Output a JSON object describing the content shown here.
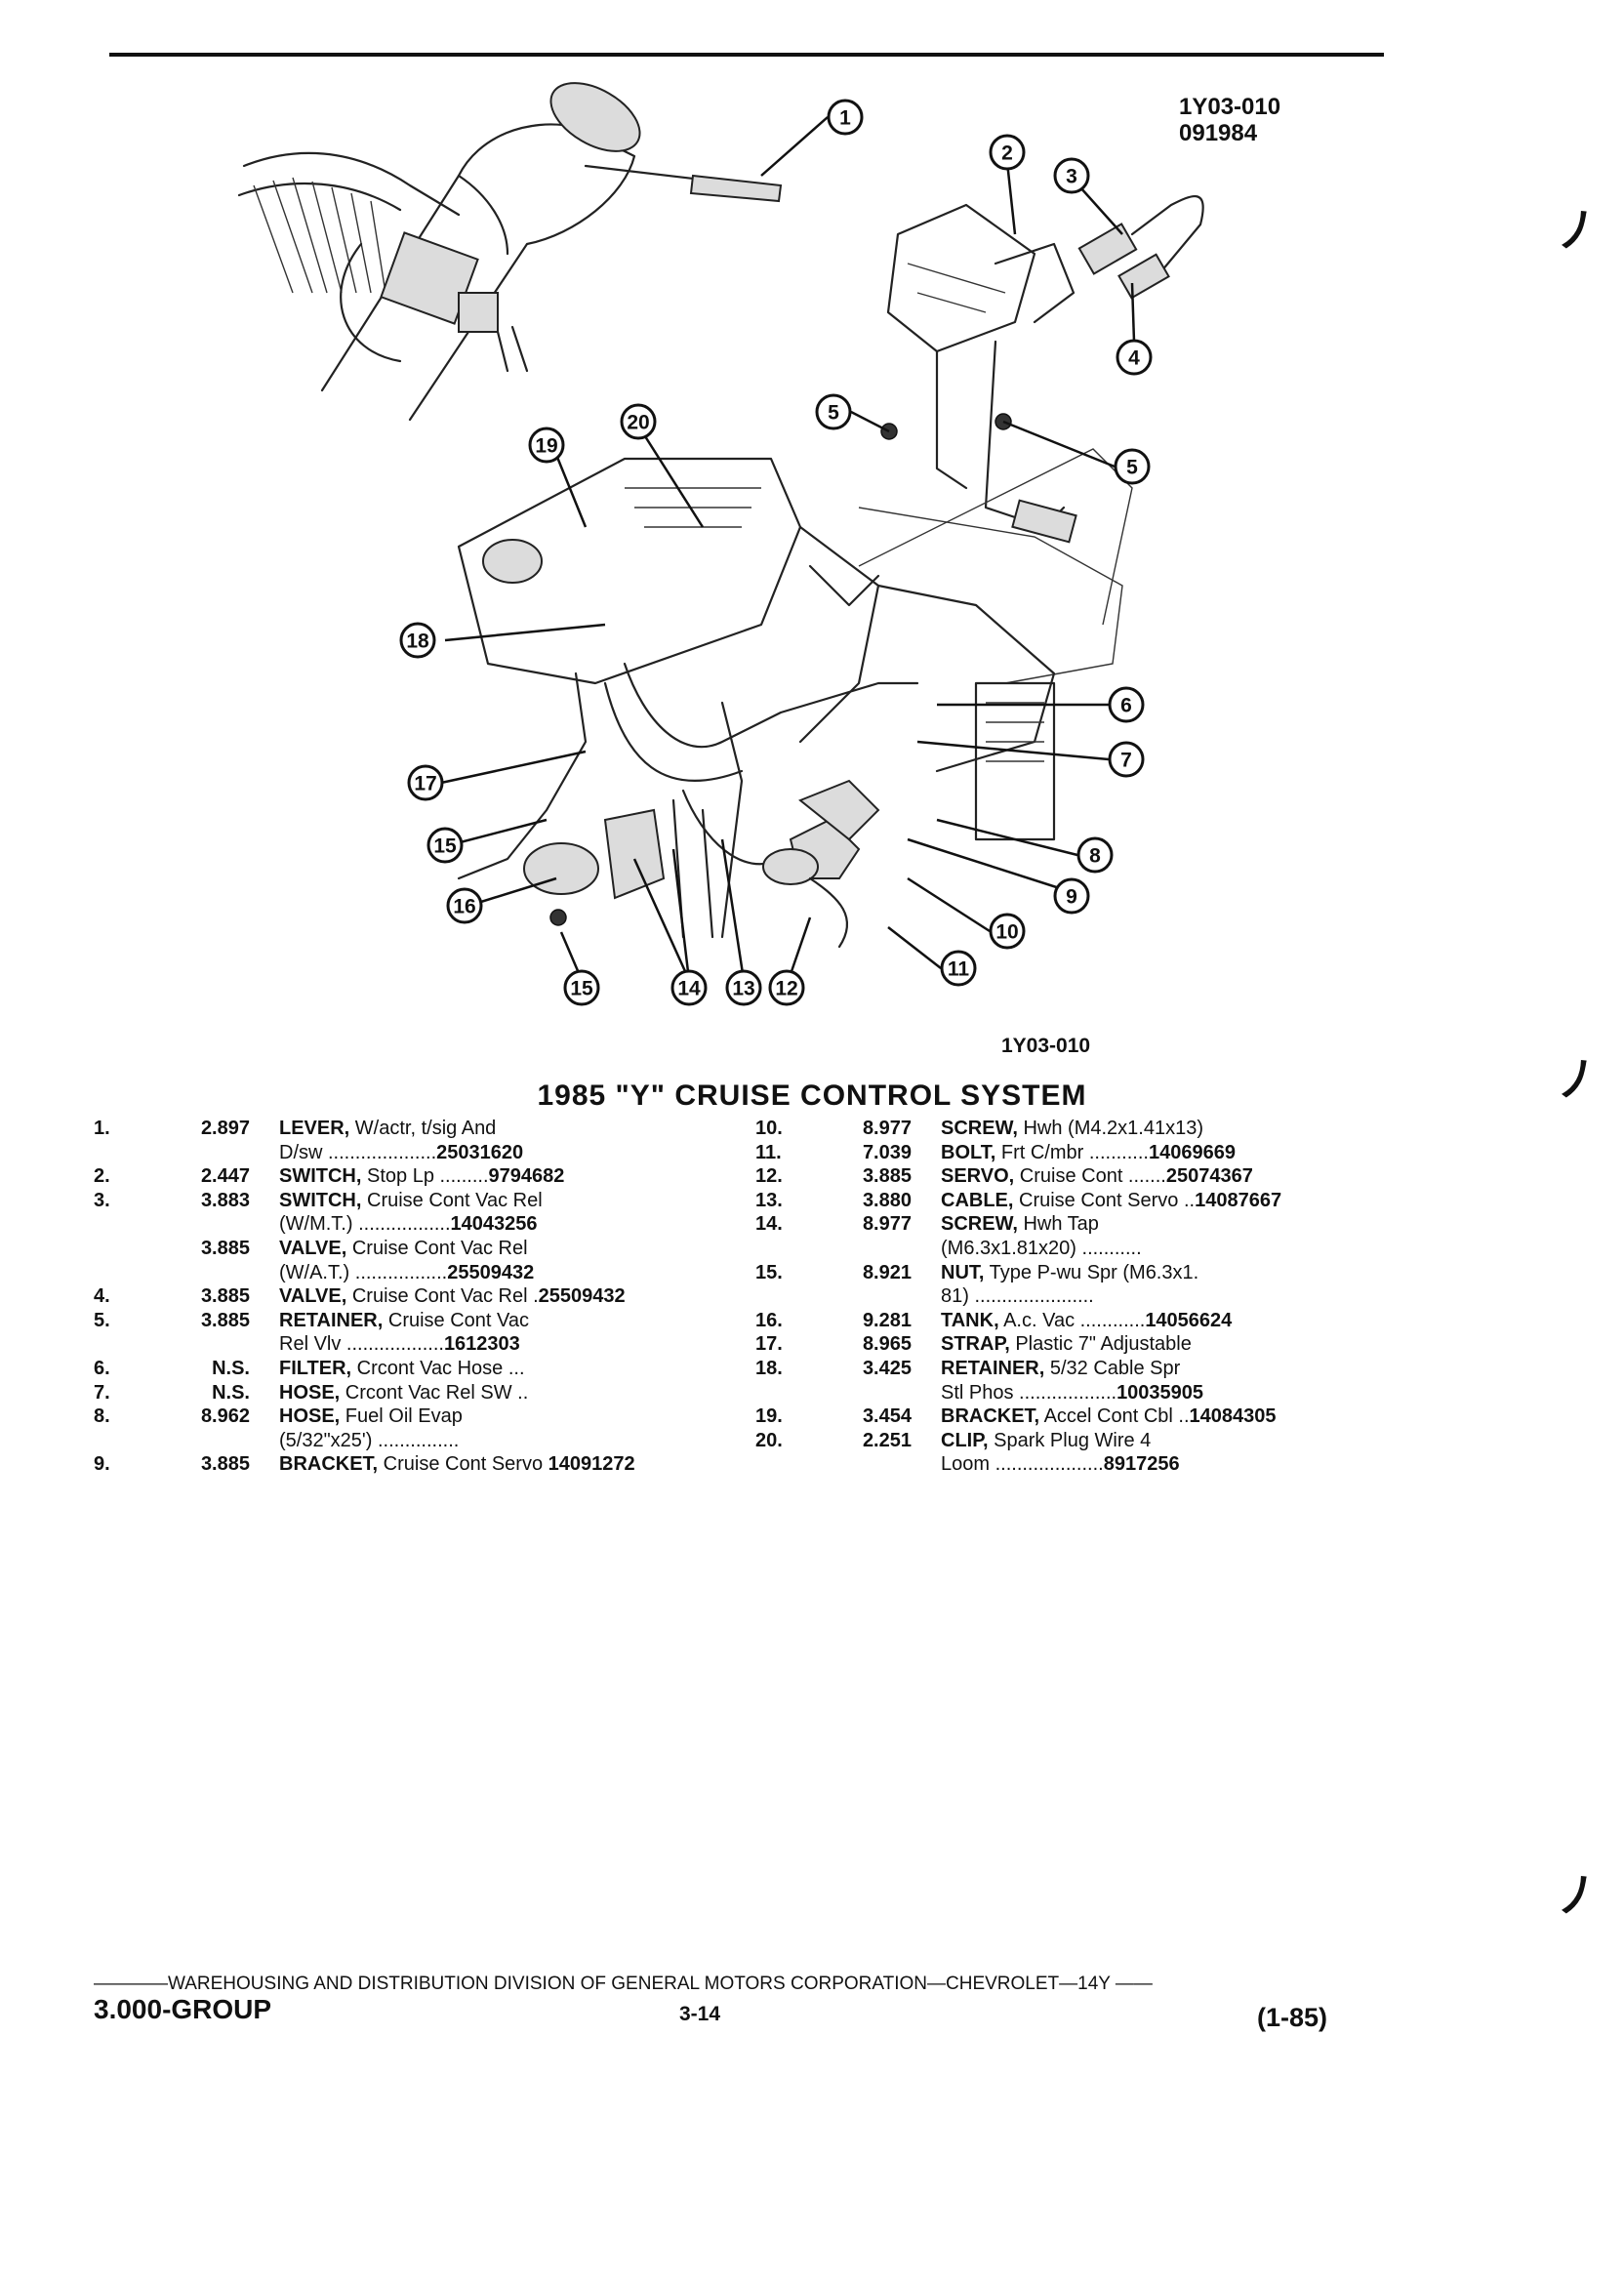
{
  "figure_code_top": "1Y03-010",
  "figure_date": "091984",
  "figure_code_bottom": "1Y03-010",
  "title": "1985 \"Y\" CRUISE CONTROL SYSTEM",
  "callouts": [
    "1",
    "2",
    "3",
    "4",
    "5",
    "5",
    "6",
    "7",
    "8",
    "9",
    "10",
    "11",
    "12",
    "13",
    "14",
    "15",
    "15",
    "16",
    "17",
    "18",
    "19",
    "20"
  ],
  "parts_left": [
    {
      "num": "1.",
      "code": "2.897",
      "lines": [
        {
          "name": "LEVER,",
          "text": " W/actr, t/sig And",
          "pn": ""
        },
        {
          "name": "",
          "text": "D/sw ....................",
          "pn": "25031620"
        }
      ]
    },
    {
      "num": "2.",
      "code": "2.447",
      "lines": [
        {
          "name": "SWITCH,",
          "text": " Stop Lp .........",
          "pn": "9794682"
        }
      ]
    },
    {
      "num": "3.",
      "code": "3.883",
      "lines": [
        {
          "name": "SWITCH,",
          "text": " Cruise Cont Vac Rel",
          "pn": ""
        },
        {
          "name": "",
          "text": "(W/M.T.) .................",
          "pn": "14043256"
        }
      ]
    },
    {
      "num": "",
      "code": "3.885",
      "lines": [
        {
          "name": "VALVE,",
          "text": " Cruise Cont Vac Rel",
          "pn": ""
        },
        {
          "name": "",
          "text": "(W/A.T.) .................",
          "pn": "25509432"
        }
      ]
    },
    {
      "num": "4.",
      "code": "3.885",
      "lines": [
        {
          "name": "VALVE,",
          "text": " Cruise Cont Vac Rel .",
          "pn": "25509432"
        }
      ]
    },
    {
      "num": "5.",
      "code": "3.885",
      "lines": [
        {
          "name": "RETAINER,",
          "text": " Cruise Cont Vac",
          "pn": ""
        },
        {
          "name": "",
          "text": "Rel Vlv ..................",
          "pn": "1612303"
        }
      ]
    },
    {
      "num": "6.",
      "code": "N.S.",
      "lines": [
        {
          "name": "FILTER,",
          "text": " Crcont Vac Hose ...",
          "pn": ""
        }
      ]
    },
    {
      "num": "7.",
      "code": "N.S.",
      "lines": [
        {
          "name": "HOSE,",
          "text": " Crcont Vac Rel SW ..",
          "pn": ""
        }
      ]
    },
    {
      "num": "8.",
      "code": "8.962",
      "lines": [
        {
          "name": "HOSE,",
          "text": " Fuel Oil Evap",
          "pn": ""
        },
        {
          "name": "",
          "text": "(5/32\"x25') ...............",
          "pn": ""
        }
      ]
    },
    {
      "num": "9.",
      "code": "3.885",
      "lines": [
        {
          "name": "BRACKET,",
          "text": " Cruise Cont Servo ",
          "pn": "14091272"
        }
      ]
    }
  ],
  "parts_right": [
    {
      "num": "10.",
      "code": "8.977",
      "lines": [
        {
          "name": "SCREW,",
          "text": " Hwh (M4.2x1.41x13)",
          "pn": ""
        }
      ]
    },
    {
      "num": "11.",
      "code": "7.039",
      "lines": [
        {
          "name": "BOLT,",
          "text": " Frt C/mbr ...........",
          "pn": "14069669"
        }
      ]
    },
    {
      "num": "12.",
      "code": "3.885",
      "lines": [
        {
          "name": "SERVO,",
          "text": " Cruise Cont .......",
          "pn": "25074367"
        }
      ]
    },
    {
      "num": "13.",
      "code": "3.880",
      "lines": [
        {
          "name": "CABLE,",
          "text": " Cruise Cont Servo ..",
          "pn": "14087667"
        }
      ]
    },
    {
      "num": "14.",
      "code": "8.977",
      "lines": [
        {
          "name": "SCREW,",
          "text": " Hwh Tap",
          "pn": ""
        },
        {
          "name": "",
          "text": "(M6.3x1.81x20) ...........",
          "pn": ""
        }
      ]
    },
    {
      "num": "15.",
      "code": "8.921",
      "lines": [
        {
          "name": "NUT,",
          "text": " Type P-wu Spr (M6.3x1.",
          "pn": ""
        },
        {
          "name": "",
          "text": "81) ......................",
          "pn": ""
        }
      ]
    },
    {
      "num": "16.",
      "code": "9.281",
      "lines": [
        {
          "name": "TANK,",
          "text": " A.c. Vac ............",
          "pn": "14056624"
        }
      ]
    },
    {
      "num": "17.",
      "code": "8.965",
      "lines": [
        {
          "name": "STRAP,",
          "text": " Plastic 7\" Adjustable",
          "pn": ""
        }
      ]
    },
    {
      "num": "18.",
      "code": "3.425",
      "lines": [
        {
          "name": "RETAINER,",
          "text": " 5/32 Cable Spr",
          "pn": ""
        },
        {
          "name": "",
          "text": "Stl Phos ..................",
          "pn": "10035905"
        }
      ]
    },
    {
      "num": "19.",
      "code": "3.454",
      "lines": [
        {
          "name": "BRACKET,",
          "text": " Accel Cont Cbl ..",
          "pn": "14084305"
        }
      ]
    },
    {
      "num": "20.",
      "code": "2.251",
      "lines": [
        {
          "name": "CLIP,",
          "text": " Spark Plug Wire 4",
          "pn": ""
        },
        {
          "name": "",
          "text": "Loom ....................",
          "pn": "8917256"
        }
      ]
    }
  ],
  "footer": {
    "line": "————WAREHOUSING AND DISTRIBUTION DIVISION OF GENERAL MOTORS CORPORATION—CHEVROLET—14Y ——",
    "group": "3.000-GROUP",
    "page": "3-14",
    "revision": "(1-85)"
  }
}
